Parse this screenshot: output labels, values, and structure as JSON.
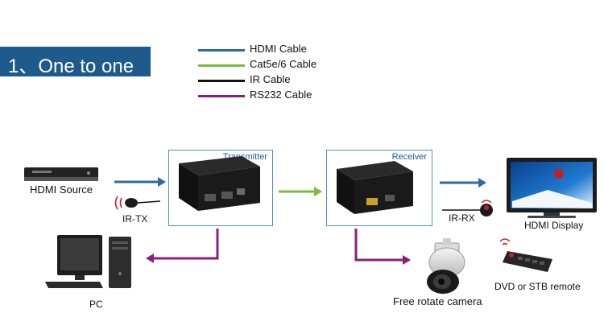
{
  "heading": "1、One to one",
  "legend": [
    {
      "label": "HDMI Cable",
      "color": "#2f6aa5"
    },
    {
      "label": "Cat5e/6 Cable",
      "color": "#79bd3b"
    },
    {
      "label": "IR Cable",
      "color": "#111111"
    },
    {
      "label": "RS232 Cable",
      "color": "#8a1f7e"
    }
  ],
  "transmitter": {
    "title": "Transmitter"
  },
  "receiver": {
    "title": "Receiver"
  },
  "devices": {
    "hdmi_source": "HDMI Source",
    "ir_tx": "IR-TX",
    "ir_rx": "IR-RX",
    "hdmi_display": "HDMI Display",
    "pc": "PC",
    "camera": "Free rotate camera",
    "remote": "DVD or STB remote"
  }
}
